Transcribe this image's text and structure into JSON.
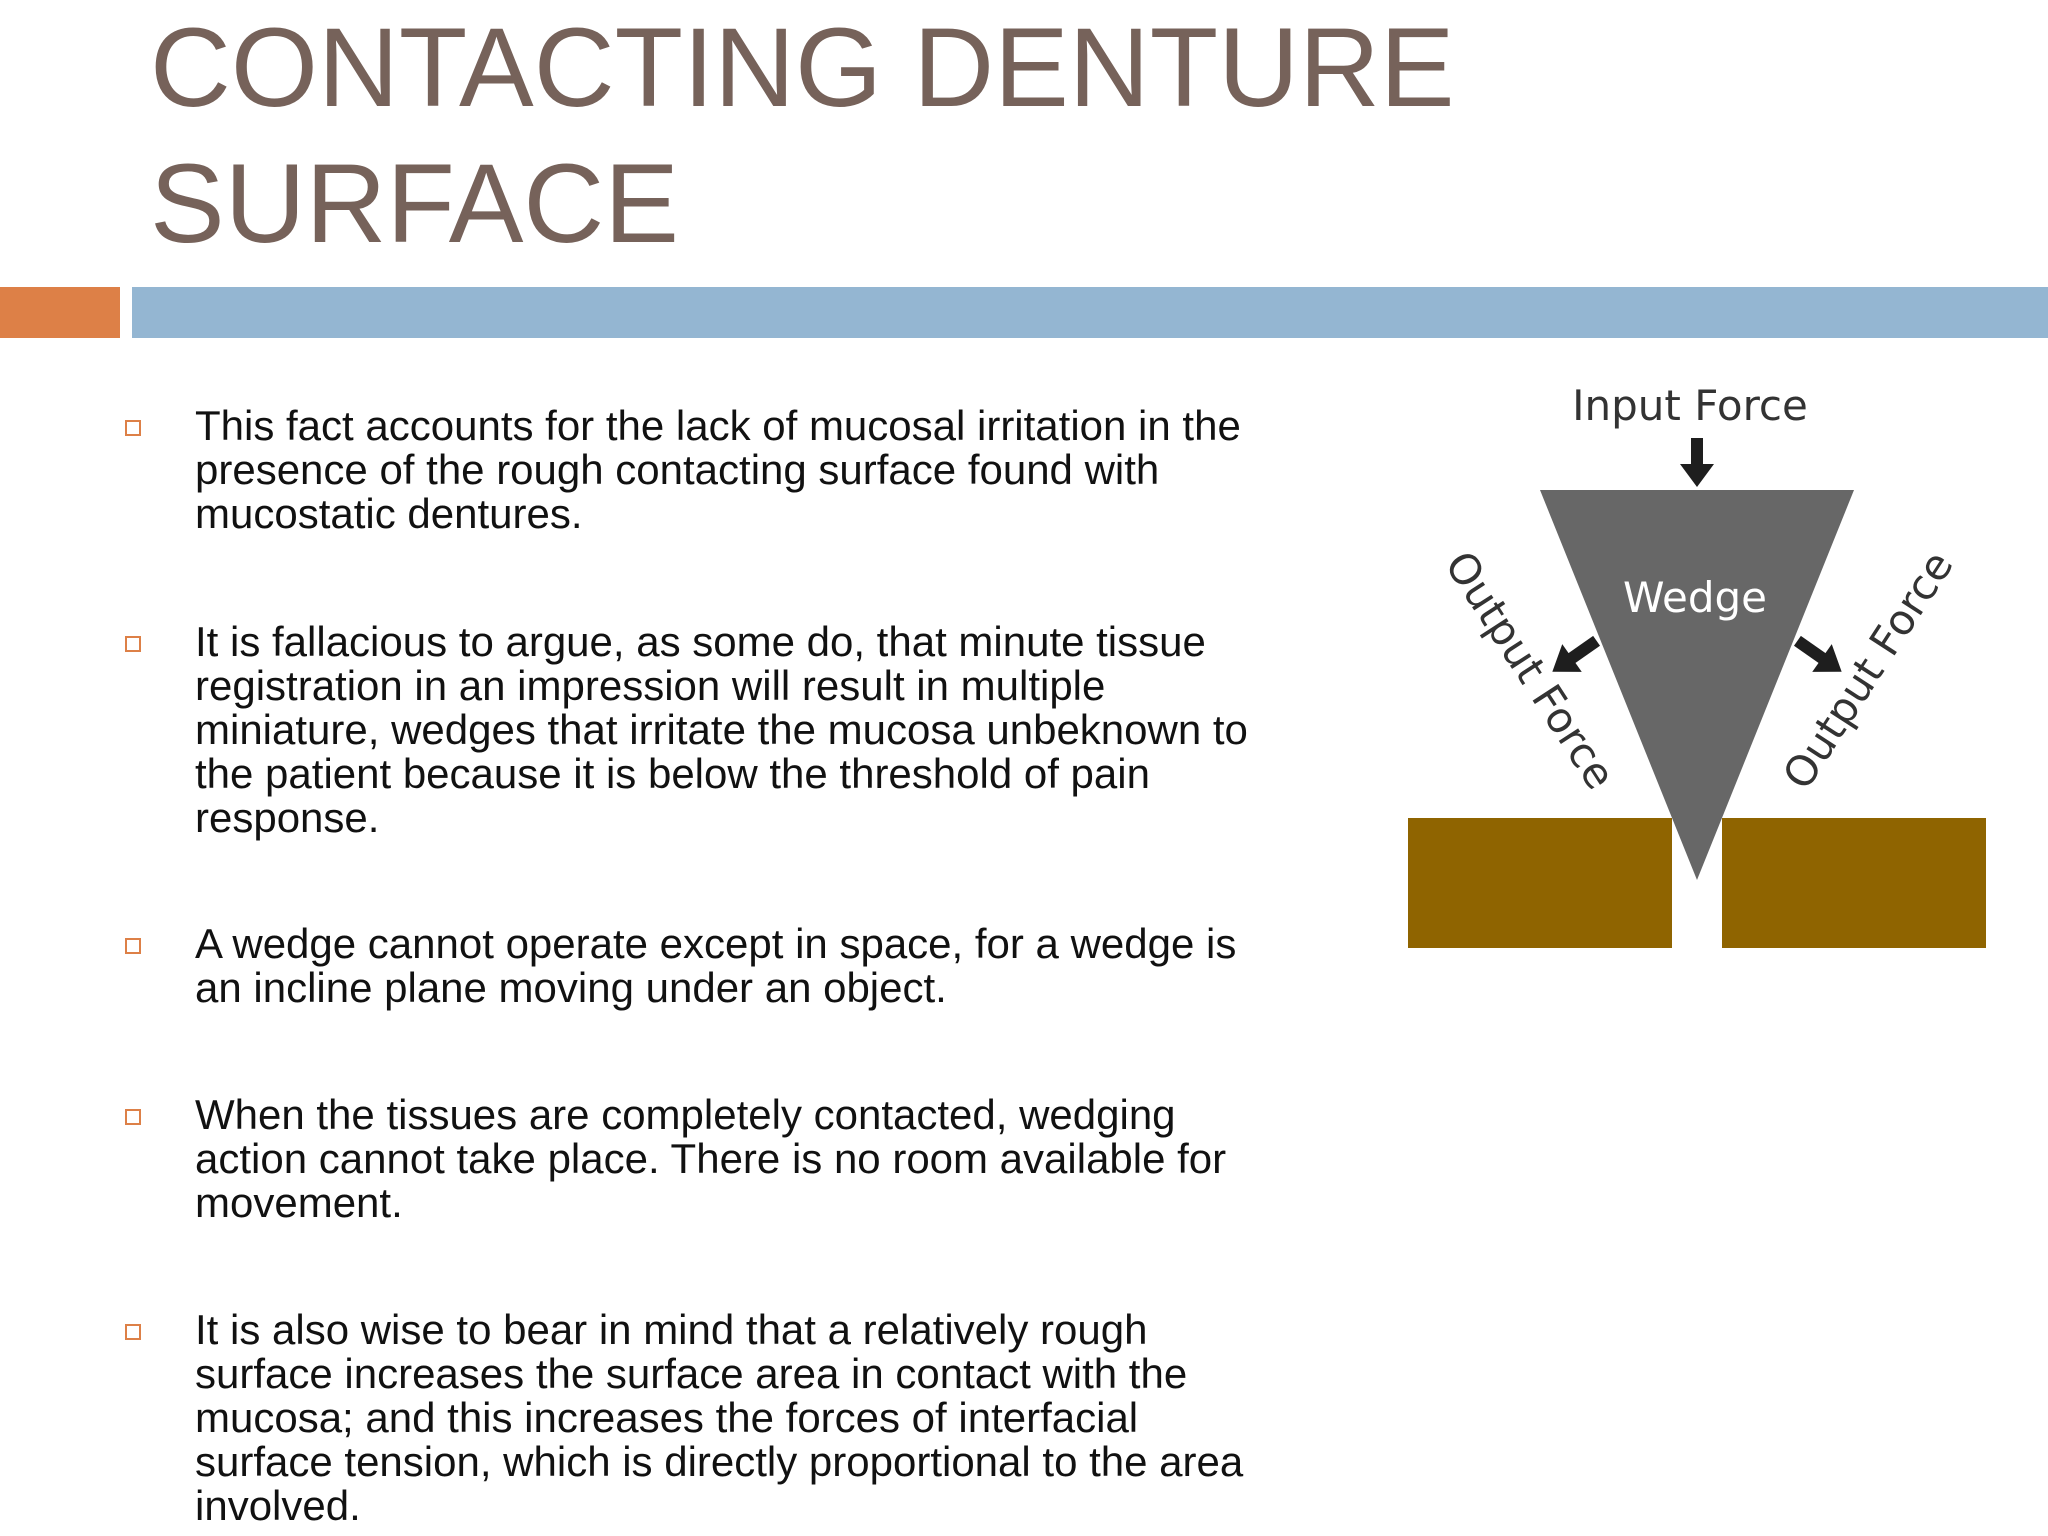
{
  "slide": {
    "title_line1": "CONTACTING DENTURE",
    "title_line2": "SURFACE",
    "bullets": [
      {
        "text": "This fact accounts for the lack of mucosal irritation in the presence of the rough contacting surface found with mucostatic dentures."
      },
      {
        "text": " It is fallacious to argue, as some do, that minute tissue registration in an impression will result in multiple miniature, wedges that irritate the mucosa unbeknown to the patient because it is below the threshold of pain response."
      },
      {
        "text": "A wedge cannot operate except in space, for a wedge is an incline plane moving under an object."
      },
      {
        "text": "When the tissues are completely contacted, wedging action cannot take place. There is no room available for movement."
      },
      {
        "text": "It is also wise to bear in mind that a relatively rough surface increases the surface area in contact with the mucosa; and this increases the forces of interfacial surface tension, which is directly proportional to the area involved."
      }
    ]
  },
  "diagram": {
    "input_force_label": "Input Force",
    "wedge_label": "Wedge",
    "output_force_left_label": "Output Force",
    "output_force_right_label": "Output Force",
    "colors": {
      "wedge": "#676767",
      "block": "#8f6400",
      "arrow": "#1e1e1e",
      "label_dark": "#333333",
      "label_light": "#ffffff"
    }
  },
  "colors": {
    "title": "#76625a",
    "accent_orange": "#dd8047",
    "accent_blue": "#94b6d2",
    "body_text": "#111111"
  }
}
